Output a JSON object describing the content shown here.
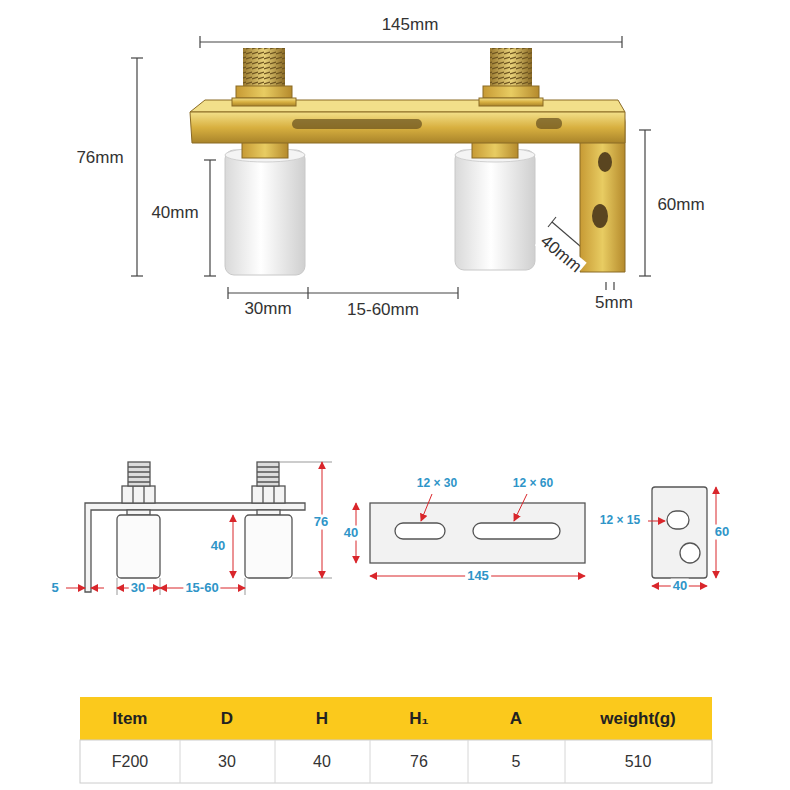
{
  "diagram": {
    "labels": [
      "145mm",
      "76mm",
      "40mm",
      "60mm",
      "40mm",
      "5mm",
      "30mm",
      "15-60mm",
      "5",
      "30",
      "15-60",
      "40",
      "76",
      "12 × 30",
      "12 × 60",
      "40",
      "145",
      "12 × 15",
      "60",
      "40",
      "Item",
      "D",
      "H",
      "H₁",
      "A",
      "weight(g)",
      "F200",
      "30",
      "40",
      "76",
      "5",
      "510"
    ]
  }
}
